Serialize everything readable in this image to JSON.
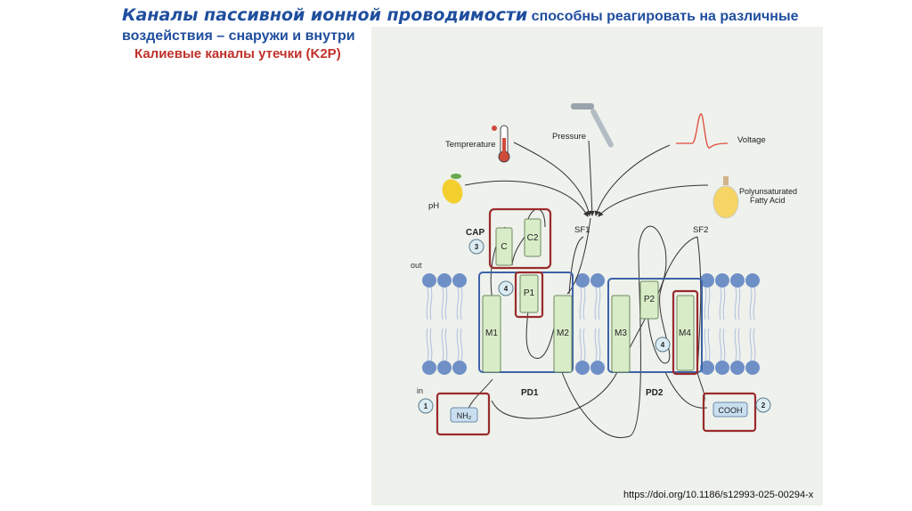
{
  "slide": {
    "title_bold": "Каналы пассивной ионной проводимости",
    "title_rest": " способны реагировать на различные воздействия – снаружи и внутри",
    "subtitle": "Калиевые каналы утечки (K2P)",
    "doi": "https://doi.org/10.1186/s12993-025-00294-x"
  },
  "figure": {
    "stimuli": {
      "temperature": "Temprerature",
      "pressure": "Pressure",
      "voltage": "Voltage",
      "ph": "pH",
      "pufa_line1": "Polyunsaturated",
      "pufa_line2": "Fatty Acid"
    },
    "labels": {
      "cap": "CAP",
      "sf1": "SF1",
      "sf2": "SF2",
      "out": "out",
      "in": "in",
      "pd1": "PD1",
      "pd2": "PD2"
    },
    "segments": {
      "c": "C",
      "c2": "C2",
      "p1": "P1",
      "p2": "P2",
      "m1": "M1",
      "m2": "M2",
      "m3": "M3",
      "m4": "M4",
      "nh2": "NH₂",
      "cooh": "COOH"
    },
    "badges": {
      "n1": "1",
      "n2": "2",
      "n3": "3",
      "n4a": "4",
      "n4b": "4"
    },
    "colors": {
      "title_blue": "#1f4e9e",
      "subtitle_red": "#c0312a",
      "box_red": "#9a2b2b",
      "box_blue": "#3d63a8",
      "segment_fill": "#d8ecc8",
      "lipid": "#6f8fc7"
    }
  }
}
